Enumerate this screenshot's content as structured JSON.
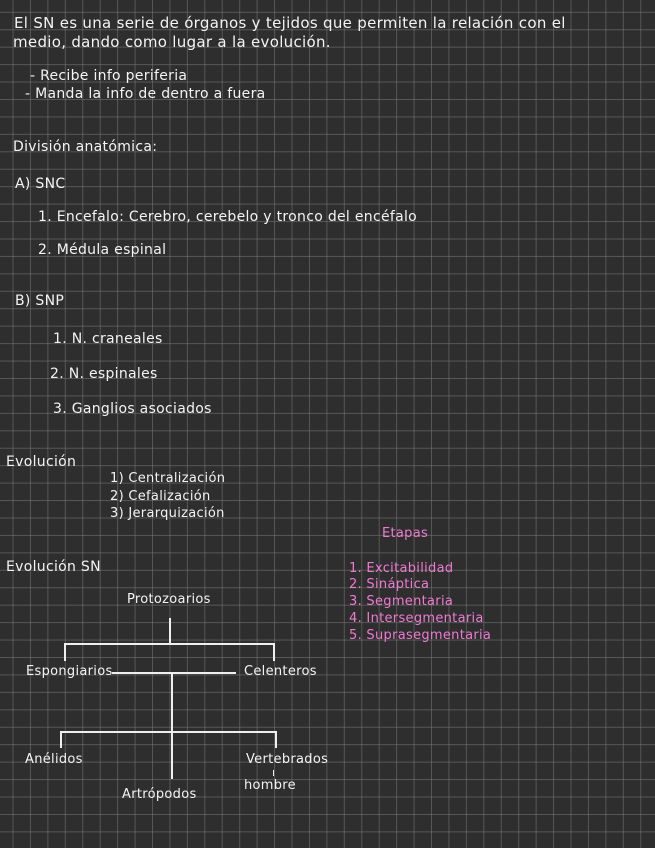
{
  "intro": {
    "line1": "El SN es una serie de órganos y tejidos que permiten la relación con el",
    "line2": "medio, dando como lugar a la evolución.",
    "bullets": [
      "- Recibe info periferia",
      "- Manda la info de dentro a fuera"
    ]
  },
  "division": {
    "title": "División anatómica:",
    "snc": {
      "heading": "A) SNC",
      "items": [
        "1. Encefalo: Cerebro, cerebelo y tronco del encéfalo",
        "2. Médula espinal"
      ]
    },
    "snp": {
      "heading": "B) SNP",
      "items": [
        "1. N. craneales",
        "2. N. espinales",
        "3. Ganglios asociados"
      ]
    }
  },
  "evolucion": {
    "title": "Evolución",
    "items": [
      "1) Centralización",
      "2) Cefalización",
      "3) Jerarquización"
    ]
  },
  "etapas": {
    "title": "Etapas",
    "items": [
      "1. Excitabilidad",
      "2. Sináptica",
      "3. Segmentaria",
      "4. Intersegmentaria",
      "5. Suprasegmentaria"
    ],
    "color": "#f07ad2"
  },
  "evolucion_sn": {
    "title": "Evolución SN",
    "tree": {
      "root": "Protozoarios",
      "level1_left": "Espongiarios",
      "level1_right": "Celenteros",
      "level2_left": "Anélidos",
      "level2_center": "Artrópodos",
      "level2_right": "Vertebrados",
      "level2_right_sub": "hombre"
    }
  }
}
